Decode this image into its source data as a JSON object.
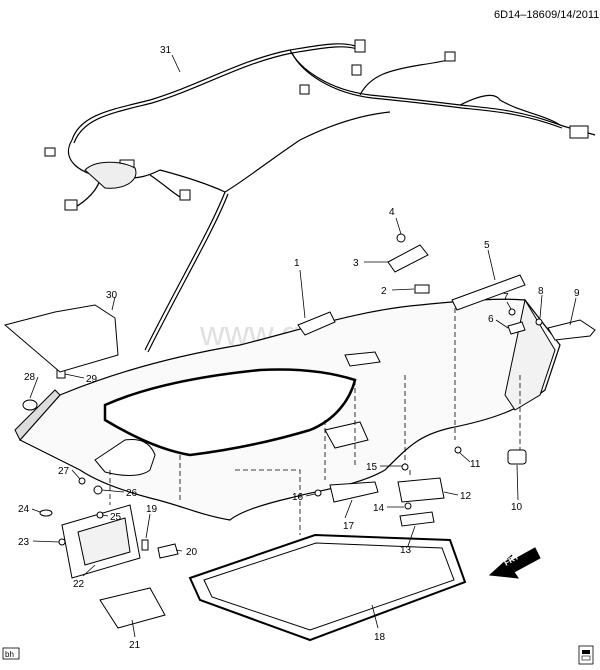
{
  "header": {
    "code": "6D14–186",
    "date": "09/14/2011"
  },
  "watermark": "www.gm-klad.ru",
  "corner_tag": "bh",
  "front_arrow_label": "FRT",
  "callouts": {
    "c1": "1",
    "c2": "2",
    "c3": "3",
    "c4": "4",
    "c5": "5",
    "c6": "6",
    "c7": "7",
    "c8": "8",
    "c9": "9",
    "c10": "10",
    "c11": "11",
    "c12": "12",
    "c13": "13",
    "c14": "14",
    "c15": "15",
    "c16": "16",
    "c17": "17",
    "c18": "18",
    "c19": "19",
    "c20": "20",
    "c21": "21",
    "c22": "22",
    "c23": "23",
    "c24": "24",
    "c25": "25",
    "c26": "26",
    "c27": "27",
    "c28": "28",
    "c29": "29",
    "c30": "30",
    "c31": "31"
  }
}
